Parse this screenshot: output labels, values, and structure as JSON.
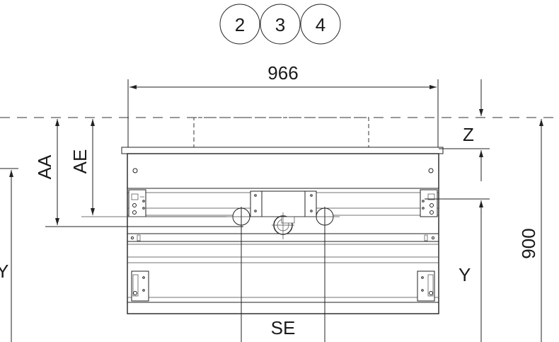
{
  "option_circles": [
    "2",
    "3",
    "4"
  ],
  "dimensions": {
    "width": "966",
    "height": "900",
    "left_label_1": "AA",
    "left_label_2": "AE",
    "left_label_3": "Y",
    "right_label_z": "Z",
    "right_label_y": "Y",
    "bottom_label": "SE"
  }
}
